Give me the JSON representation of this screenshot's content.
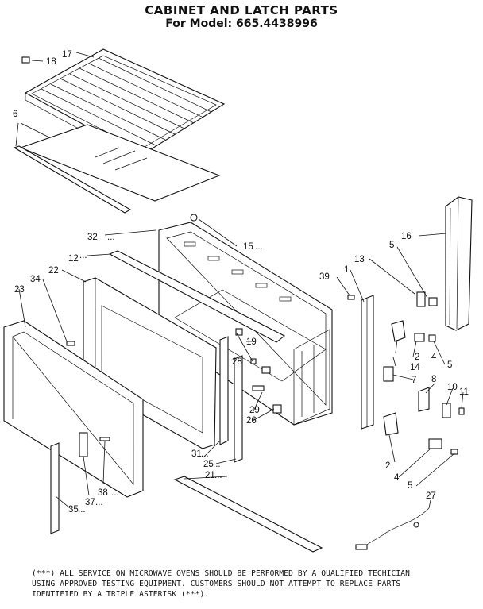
{
  "header": {
    "title": "CABINET AND LATCH PARTS",
    "subtitle": "For Model: 665.4438996"
  },
  "callouts": [
    {
      "id": "c18",
      "text": "18"
    },
    {
      "id": "c17",
      "text": "17"
    },
    {
      "id": "c6",
      "text": "6"
    },
    {
      "id": "c32",
      "text": "32"
    },
    {
      "id": "c15",
      "text": "15"
    },
    {
      "id": "c16",
      "text": "16"
    },
    {
      "id": "c5a",
      "text": "5"
    },
    {
      "id": "c12",
      "text": "12"
    },
    {
      "id": "c13",
      "text": "13"
    },
    {
      "id": "c22",
      "text": "22"
    },
    {
      "id": "c34",
      "text": "34"
    },
    {
      "id": "c39",
      "text": "39"
    },
    {
      "id": "c1",
      "text": "1"
    },
    {
      "id": "c23",
      "text": "23"
    },
    {
      "id": "c19",
      "text": "19"
    },
    {
      "id": "c28",
      "text": "28"
    },
    {
      "id": "c2a",
      "text": "2"
    },
    {
      "id": "c4a",
      "text": "4"
    },
    {
      "id": "c5b",
      "text": "5"
    },
    {
      "id": "c14",
      "text": "14"
    },
    {
      "id": "c7",
      "text": "7"
    },
    {
      "id": "c8",
      "text": "8"
    },
    {
      "id": "c10",
      "text": "10"
    },
    {
      "id": "c11",
      "text": "11"
    },
    {
      "id": "c29",
      "text": "29"
    },
    {
      "id": "c26",
      "text": "26"
    },
    {
      "id": "c31",
      "text": "31"
    },
    {
      "id": "c25",
      "text": "25"
    },
    {
      "id": "c21",
      "text": "21"
    },
    {
      "id": "c2b",
      "text": "2"
    },
    {
      "id": "c4b",
      "text": "4"
    },
    {
      "id": "c5c",
      "text": "5"
    },
    {
      "id": "c27",
      "text": "27"
    },
    {
      "id": "c38",
      "text": "38"
    },
    {
      "id": "c37",
      "text": "37"
    },
    {
      "id": "c35",
      "text": "35"
    }
  ],
  "footnote": {
    "line1": "(***) ALL SERVICE ON MICROWAVE OVENS SHOULD BE PERFORMED BY A QUALIFIED TECHICIAN",
    "line2": "USING APPROVED TESTING EQUIPMENT. CUSTOMERS SHOULD NOT ATTEMPT TO REPLACE PARTS",
    "line3": "IDENTIFIED BY A TRIPLE ASTERISK (***)."
  }
}
